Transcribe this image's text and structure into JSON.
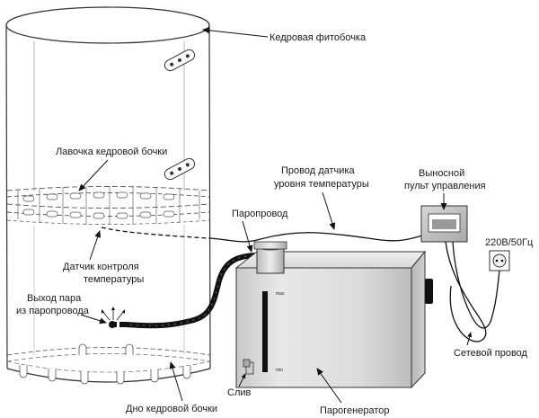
{
  "labels": {
    "barrel": "Кедровая фитобочка",
    "bench": "Лавочка кедровой бочки",
    "sensor_wire_line1": "Провод датчика",
    "sensor_wire_line2": "уровня температуры",
    "remote_line1": "Выносной",
    "remote_line2": "пульт управления",
    "steam_pipe": "Паропровод",
    "power_spec": "220В/50Гц",
    "temp_sensor_line1": "Датчик контроля",
    "temp_sensor_line2": "температуры",
    "steam_outlet_line1": "Выход пара",
    "steam_outlet_line2": "из паропровода",
    "power_cord": "Сетевой провод",
    "drain": "Слив",
    "barrel_bottom": "Дно кедровой бочки",
    "steam_generator": "Парогенератор",
    "gauge_max": "max",
    "gauge_min": "min"
  }
}
